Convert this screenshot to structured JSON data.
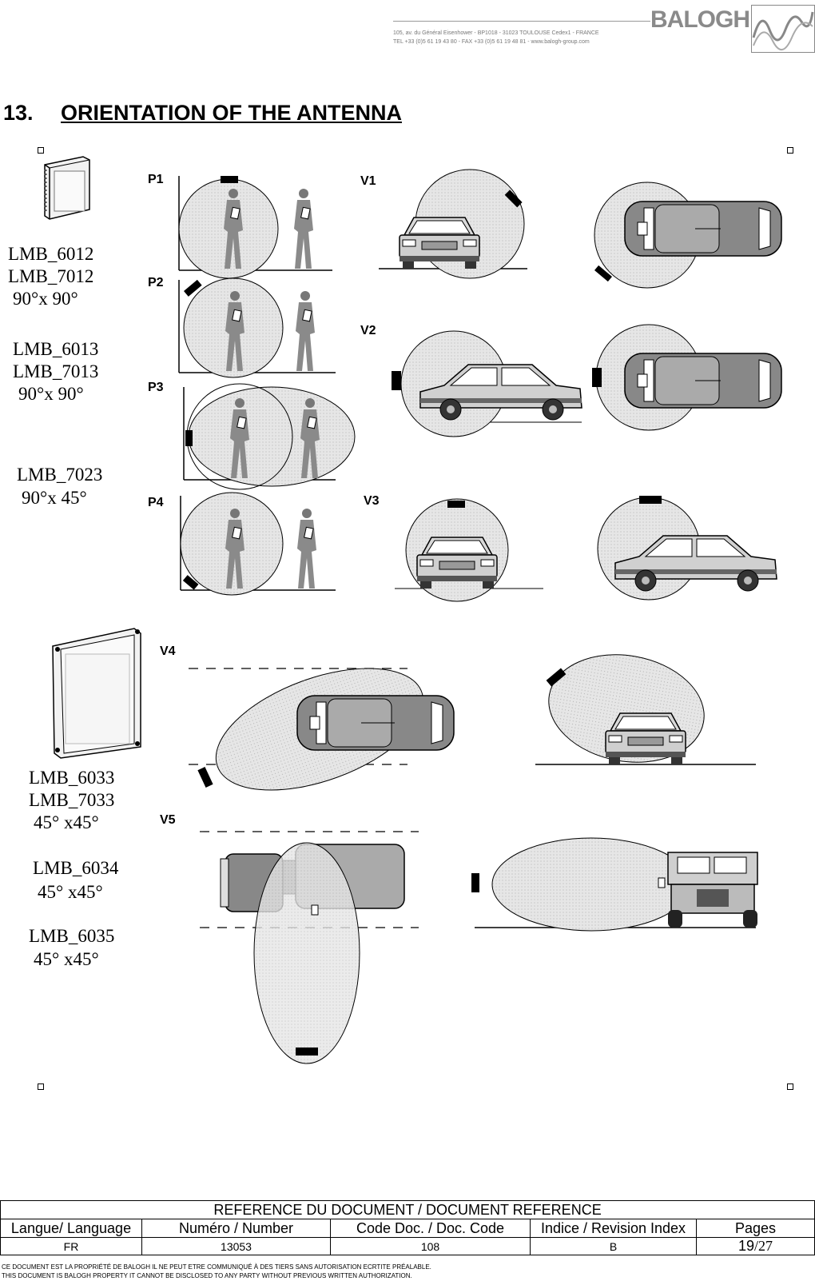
{
  "header": {
    "address_line1": "105, av. du Général Eisenhower - BP1018 - 31023 TOULOUSE Cedex1 - FRANCE",
    "address_line2": "TEL +33 (0)5 61 19 43 80 - FAX +33 (0)5 61 19 48 81 - www.balogh-group.com",
    "brand": "BALOGH"
  },
  "section": {
    "number": "13.",
    "title": "ORIENTATION OF THE ANTENNA"
  },
  "models": [
    {
      "lines": [
        "LMB_6012",
        "LMB_7012",
        "90°x 90°"
      ]
    },
    {
      "lines": [
        "LMB_6013",
        "LMB_7013",
        "90°x 90°"
      ]
    },
    {
      "lines": [
        "LMB_7023",
        "90°x 45°"
      ]
    },
    {
      "lines": [
        "LMB_6033",
        "LMB_7033",
        "45° x45°"
      ]
    },
    {
      "lines": [
        "LMB_6034",
        "45° x45°"
      ]
    },
    {
      "lines": [
        "LMB_6035",
        "45° x45°"
      ]
    }
  ],
  "diagram_labels": {
    "p1": "P1",
    "p2": "P2",
    "p3": "P3",
    "p4": "P4",
    "v1": "V1",
    "v2": "V2",
    "v3": "V3",
    "v4": "V4",
    "v5": "V5"
  },
  "footer": {
    "table_title": "REFERENCE DU DOCUMENT /  DOCUMENT REFERENCE",
    "headers": [
      "Langue/ Language",
      "Numéro / Number",
      "Code Doc. / Doc. Code",
      "Indice / Revision Index",
      "Pages"
    ],
    "values": [
      "FR",
      "13053",
      "108",
      "B"
    ],
    "page_current": "19",
    "page_total": "/27",
    "confidential_fr": "CE DOCUMENT EST LA PROPRIÉTÉ DE BALOGH IL NE PEUT ETRE COMMUNIQUÉ À DES TIERS SANS AUTORISATION ECRTITE PRÉALABLE.",
    "confidential_en": "THIS DOCUMENT IS BALOGH PROPERTY IT CANNOT BE DISCLOSED TO ANY PARTY WITHOUT PREVIOUS WRITTEN AUTHORIZATION."
  }
}
